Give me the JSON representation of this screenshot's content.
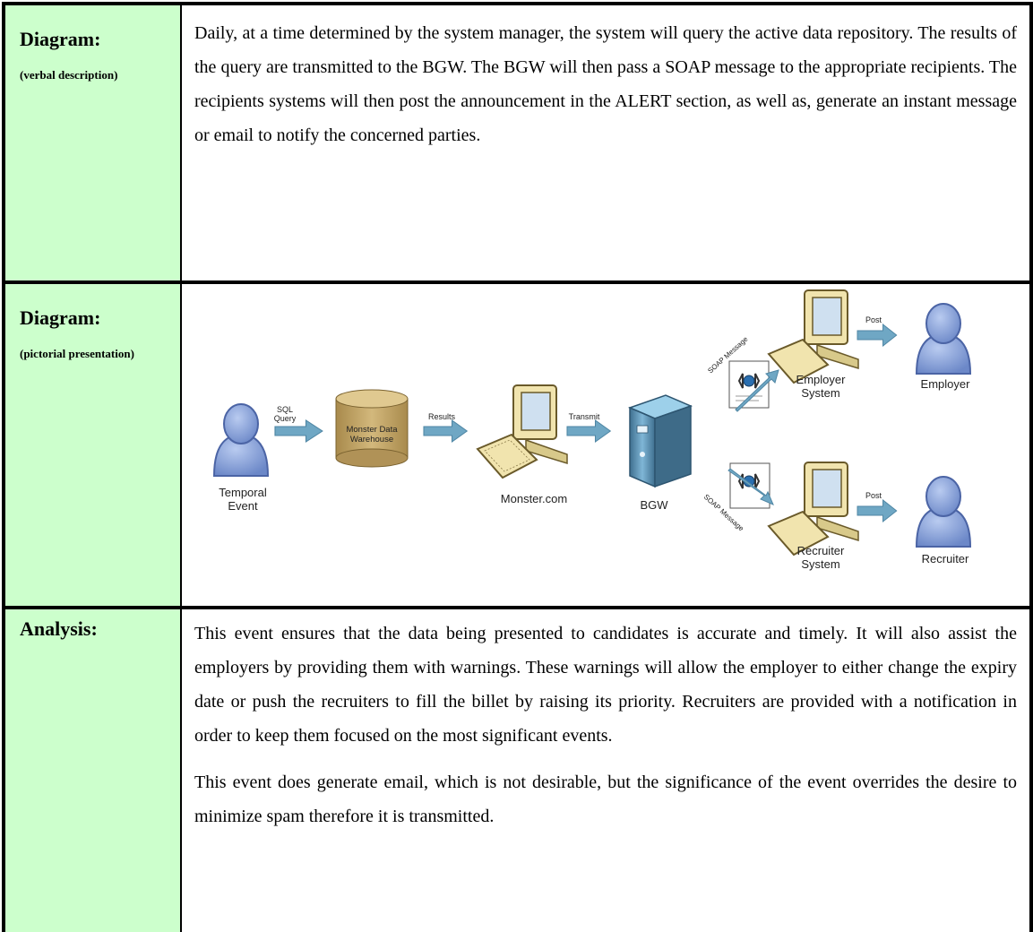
{
  "rows": [
    {
      "label": "Diagram:",
      "sublabel": "(verbal description)",
      "paragraphs": [
        "Daily, at a time determined by the system manager, the system will query the active data repository. The results of the query are transmitted to the BGW. The BGW will then pass a SOAP message to the appropriate recipients. The recipients systems will then post the announcement in the ALERT section, as well as, generate an instant message or email to notify the concerned parties."
      ]
    },
    {
      "label": "Diagram:",
      "sublabel": "(pictorial presentation)"
    },
    {
      "label": "Analysis:",
      "paragraphs": [
        "This event ensures that the data being presented to candidates is accurate and timely. It will also assist the employers by providing them with warnings. These warnings will allow the employer to either change the expiry date or push the recruiters to fill the billet by raising its priority. Recruiters are provided with a notification in order to keep them focused on the most significant events.",
        "This event does generate email, which is not desirable, but the significance of the event overrides the desire to minimize spam therefore it is transmitted."
      ]
    }
  ],
  "diagram": {
    "temporal_event": [
      "Temporal",
      "Event"
    ],
    "sql_query": [
      "SQL",
      "Query"
    ],
    "warehouse": [
      "Monster Data",
      "Warehouse"
    ],
    "results": "Results",
    "monster": "Monster.com",
    "transmit": "Transmit",
    "bgw": "BGW",
    "soap_top": "SOAP Message",
    "soap_bottom": "SOAP Message",
    "employer_system": [
      "Employer",
      "System"
    ],
    "recruiter_system": [
      "Recruiter",
      "System"
    ],
    "post_top": "Post",
    "post_bottom": "Post",
    "employer": "Employer",
    "recruiter": "Recruiter"
  },
  "colors": {
    "label_bg": "#ccffcc",
    "arrow": "#6fa7c4",
    "person": "#7e9bd6",
    "cylinder": "#c6a96a",
    "computer_body": "#f2e6b3"
  }
}
